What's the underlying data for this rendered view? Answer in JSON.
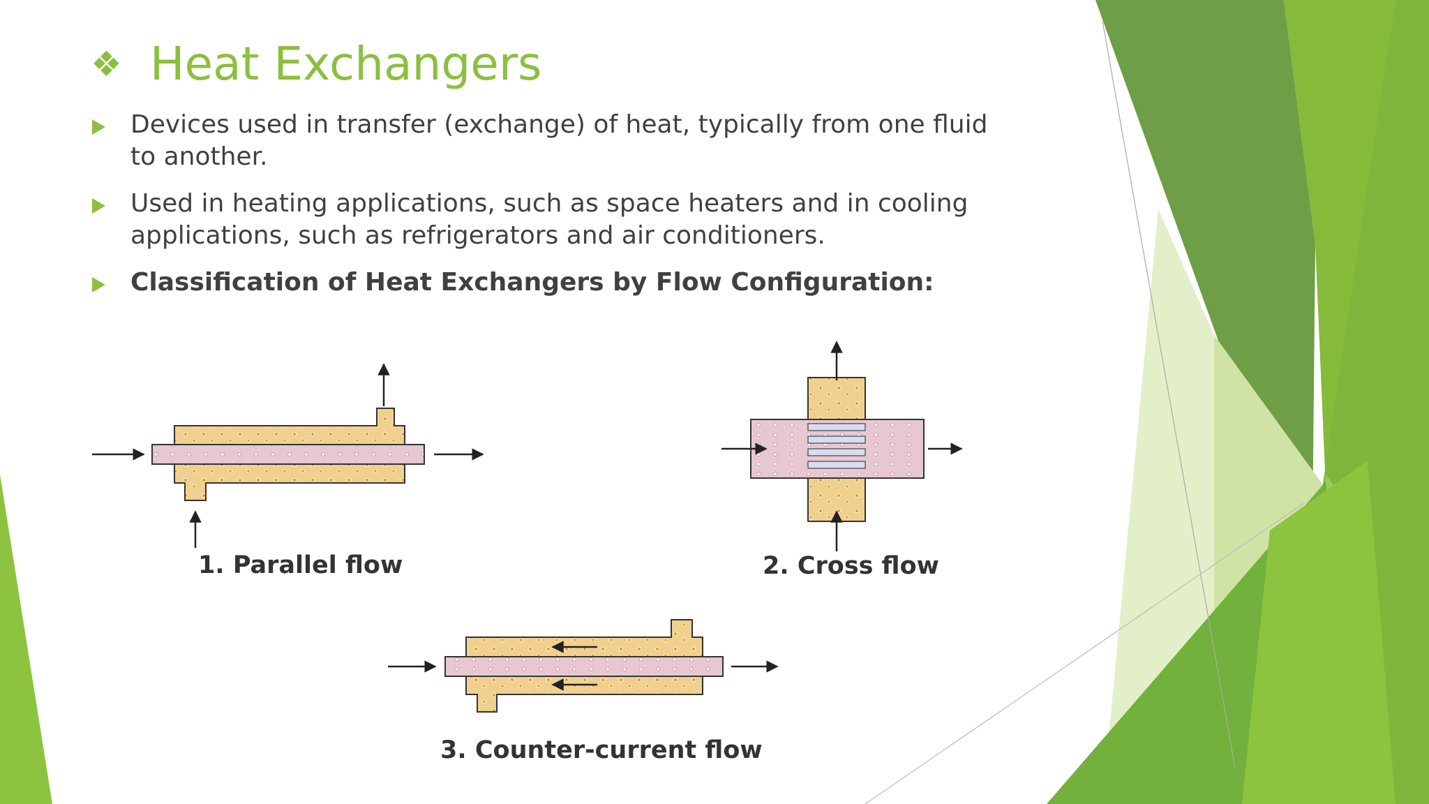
{
  "slide": {
    "title": "Heat Exchangers",
    "title_icon": "diamond-cluster-icon",
    "bullets": [
      {
        "text": "Devices used in transfer (exchange) of heat, typically from one fluid to another.",
        "bold": false
      },
      {
        "text": "Used in heating applications, such as space heaters and in cooling applications, such as refrigerators and air conditioners.",
        "bold": false
      },
      {
        "text": "Classification of Heat Exchangers by Flow Configuration:",
        "bold": true
      }
    ]
  },
  "diagrams": {
    "parallel": {
      "caption": "1. Parallel flow"
    },
    "cross": {
      "caption": "2. Cross flow"
    },
    "counter": {
      "caption": "3. Counter-current flow"
    }
  },
  "colors": {
    "accent": "#8cbf3f",
    "text": "#404040",
    "shell_fluid": "#f0d090",
    "tube_fluid": "#e8c8d0"
  }
}
